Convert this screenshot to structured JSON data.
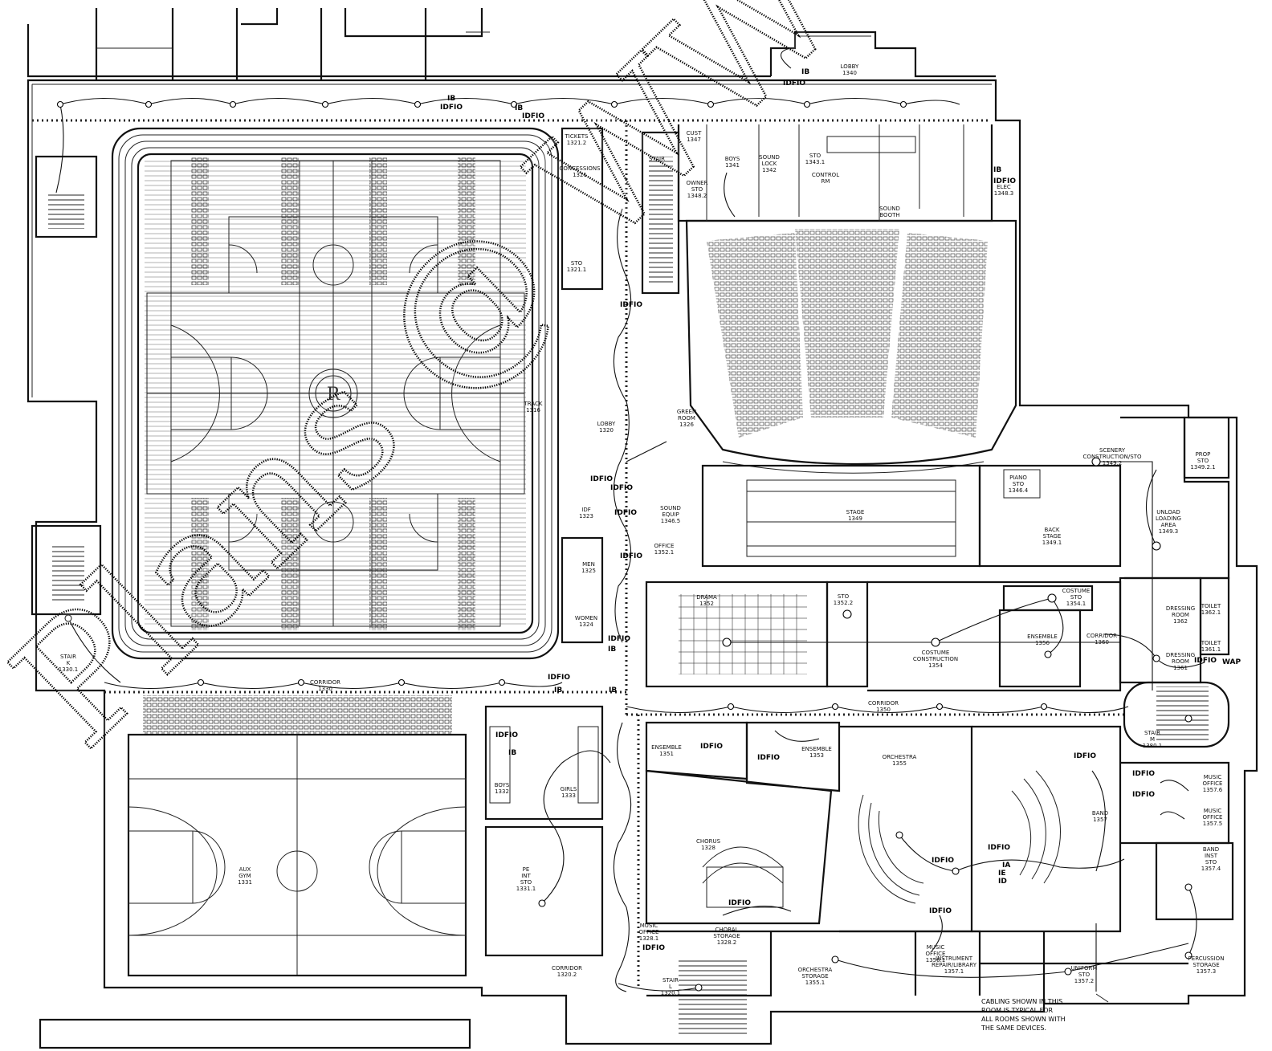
{
  "watermark": "Plans @ WWW.LD",
  "note": {
    "lines": [
      "CABLING SHOWN IN THIS",
      "ROOM IS TYPICAL FOR",
      "ALL ROOMS SHOWN WITH",
      "THE SAME DEVICES."
    ]
  },
  "rooms": {
    "lobby": [
      "LOBBY",
      "1340"
    ],
    "tickets": [
      "TICKETS",
      "1321.2"
    ],
    "concessions": [
      "CONCESSIONS",
      "1321"
    ],
    "sto_1321": [
      "STO",
      "1321.1"
    ],
    "stair_top": [
      "STAIR"
    ],
    "cust": [
      "CUST",
      "1347"
    ],
    "boys_1341": [
      "BOYS",
      "1341"
    ],
    "owner_sto": [
      "OWNER",
      "STO",
      "1348.2"
    ],
    "sound_lock": [
      "SOUND",
      "LOCK",
      "1342"
    ],
    "sto_1343": [
      "STO",
      "1343.1"
    ],
    "control": [
      "CONTROL",
      "RM"
    ],
    "sound_booth": [
      "SOUND",
      "BOOTH"
    ],
    "elec": [
      "ELEC",
      "1348.3"
    ],
    "track": [
      "TRACK",
      "1316"
    ],
    "lobby_1320": [
      "LOBBY",
      "1320"
    ],
    "green_room": [
      "GREEN",
      "ROOM",
      "1326"
    ],
    "idf": [
      "IDF",
      "1323"
    ],
    "men": [
      "MEN",
      "1325"
    ],
    "women": [
      "WOMEN",
      "1324"
    ],
    "sound_equip": [
      "SOUND",
      "EQUIP",
      "1346.5"
    ],
    "office_1352": [
      "OFFICE",
      "1352.1"
    ],
    "stage": [
      "STAGE",
      "1349"
    ],
    "piano_sto": [
      "PIANO",
      "STO",
      "1346.4"
    ],
    "back_stage": [
      "BACK",
      "STAGE",
      "1349.1"
    ],
    "scenery": [
      "SCENERY",
      "CONSTRUCTION/STO",
      "1349.2"
    ],
    "prop_sto": [
      "PROP",
      "STO",
      "1349.2.1"
    ],
    "unload": [
      "UNLOAD",
      "LOADING",
      "AREA",
      "1349.3"
    ],
    "drama": [
      "DRAMA",
      "1352"
    ],
    "sto_1352": [
      "STO",
      "1352.2"
    ],
    "costume_sto": [
      "COSTUME",
      "STO",
      "1354.1"
    ],
    "costume_con": [
      "COSTUME",
      "CONSTRUCTION",
      "1354"
    ],
    "ensemble_1356": [
      "ENSEMBLE",
      "1356"
    ],
    "corridor_1360": [
      "CORRIDOR",
      "1360"
    ],
    "dressing_1362": [
      "DRESSING",
      "ROOM",
      "1362"
    ],
    "dressing_1361": [
      "DRESSING",
      "ROOM",
      "1361"
    ],
    "toilet_a": [
      "TOILET",
      "1362.1"
    ],
    "toilet_b": [
      "TOILET",
      "1361.1"
    ],
    "stair_k": [
      "STAIR",
      "K",
      "1330.1"
    ],
    "corridor_1330": [
      "CORRIDOR",
      "1330"
    ],
    "corridor_1350": [
      "CORRIDOR",
      "1350"
    ],
    "stair_m": [
      "STAIR",
      "M",
      "1380.1"
    ],
    "boys_1332": [
      "BOYS",
      "1332"
    ],
    "girls_1333": [
      "GIRLS",
      "1333"
    ],
    "ensemble_1351": [
      "ENSEMBLE",
      "1351"
    ],
    "ensemble_1353": [
      "ENSEMBLE",
      "1353"
    ],
    "orchestra": [
      "ORCHESTRA",
      "1355"
    ],
    "band": [
      "BAND",
      "1357"
    ],
    "music_office_a": [
      "MUSIC",
      "OFFICE",
      "1357.6"
    ],
    "music_office_b": [
      "MUSIC",
      "OFFICE",
      "1357.5"
    ],
    "band_inst": [
      "BAND",
      "INST",
      "STO",
      "1357.4"
    ],
    "aux_gym": [
      "AUX",
      "GYM",
      "1331"
    ],
    "pe_sto": [
      "PE",
      "INT",
      "STO",
      "1331.1"
    ],
    "chorus": [
      "CHORUS",
      "1328"
    ],
    "music_office_c": [
      "MUSIC",
      "OFFICE",
      "1328.1"
    ],
    "choral_sto": [
      "CHORAL",
      "STORAGE",
      "1328.2"
    ],
    "orch_sto": [
      "ORCHESTRA",
      "STORAGE",
      "1355.1"
    ],
    "music_office_d": [
      "MUSIC",
      "OFFICE",
      "1356.1"
    ],
    "instrument": [
      "INSTRUMENT",
      "REPAIR/LIBRARY",
      "1357.1"
    ],
    "uniform": [
      "UNIFORM",
      "STO",
      "1357.2"
    ],
    "percussion": [
      "PERCUSSION",
      "STORAGE",
      "1357.3"
    ],
    "stair_l": [
      "STAIR",
      "L",
      "1320.1"
    ],
    "corridor_1320": [
      "CORRIDOR",
      "1320.2"
    ]
  },
  "tags": {
    "idfio": "IDFIO",
    "ib": "IB",
    "ia": "IA",
    "ie": "IE",
    "id": "ID",
    "wap": "WAP"
  }
}
